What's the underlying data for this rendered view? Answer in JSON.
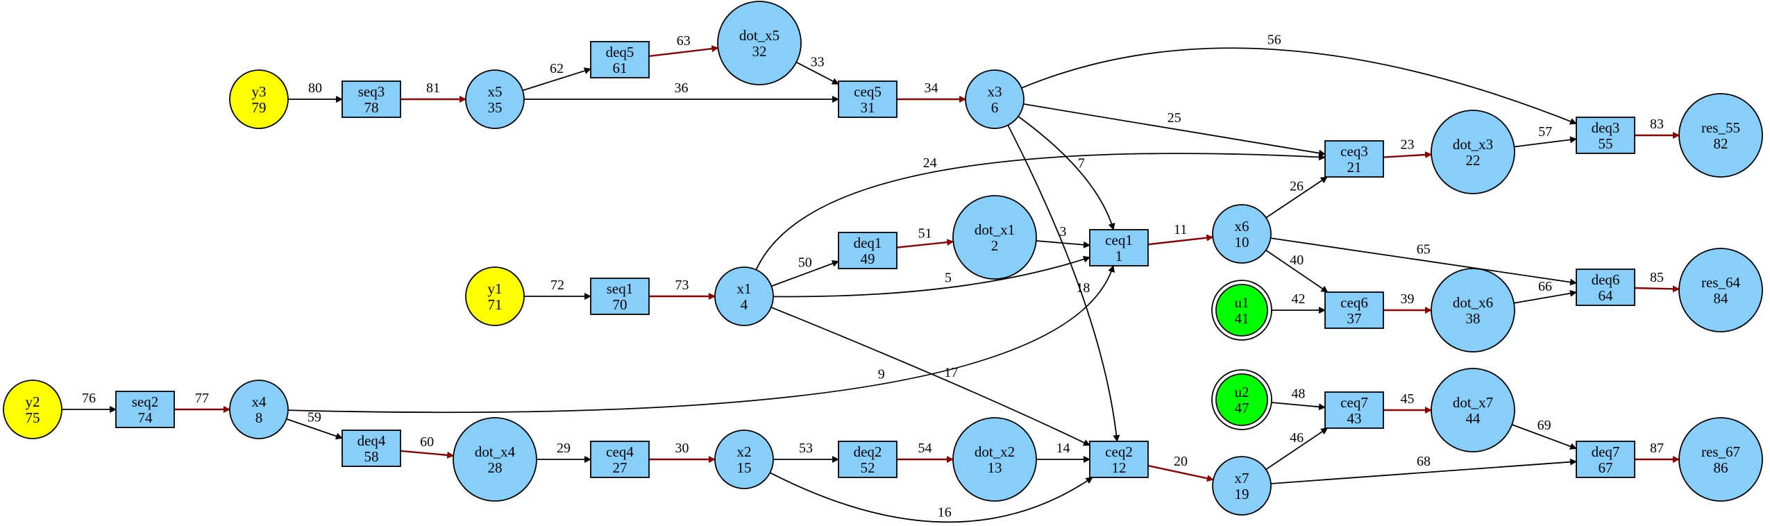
{
  "colors": {
    "node_fill": "#87cefa",
    "input_fill": "#ffff00",
    "control_fill": "#00ff00",
    "stroke": "#000000",
    "edge_default": "#000000",
    "edge_highlight": "#8b0000",
    "background": "#ffffff"
  },
  "nodes": [
    {
      "id": "y3",
      "label": "y3",
      "num": "79",
      "shape": "circle",
      "fill": "input"
    },
    {
      "id": "seq3",
      "label": "seq3",
      "num": "78",
      "shape": "box"
    },
    {
      "id": "x5",
      "label": "x5",
      "num": "35",
      "shape": "circle"
    },
    {
      "id": "deq5",
      "label": "deq5",
      "num": "61",
      "shape": "box"
    },
    {
      "id": "dot_x5",
      "label": "dot_x5",
      "num": "32",
      "shape": "circle"
    },
    {
      "id": "ceq5",
      "label": "ceq5",
      "num": "31",
      "shape": "box"
    },
    {
      "id": "x3",
      "label": "x3",
      "num": "6",
      "shape": "circle"
    },
    {
      "id": "ceq3",
      "label": "ceq3",
      "num": "21",
      "shape": "box"
    },
    {
      "id": "dot_x3",
      "label": "dot_x3",
      "num": "22",
      "shape": "circle"
    },
    {
      "id": "deq3",
      "label": "deq3",
      "num": "55",
      "shape": "box"
    },
    {
      "id": "res_55",
      "label": "res_55",
      "num": "82",
      "shape": "circle"
    },
    {
      "id": "y1",
      "label": "y1",
      "num": "71",
      "shape": "circle",
      "fill": "input"
    },
    {
      "id": "seq1",
      "label": "seq1",
      "num": "70",
      "shape": "box"
    },
    {
      "id": "x1",
      "label": "x1",
      "num": "4",
      "shape": "circle"
    },
    {
      "id": "deq1",
      "label": "deq1",
      "num": "49",
      "shape": "box"
    },
    {
      "id": "dot_x1",
      "label": "dot_x1",
      "num": "2",
      "shape": "circle"
    },
    {
      "id": "ceq1",
      "label": "ceq1",
      "num": "1",
      "shape": "box"
    },
    {
      "id": "x6",
      "label": "x6",
      "num": "10",
      "shape": "circle"
    },
    {
      "id": "deq6",
      "label": "deq6",
      "num": "64",
      "shape": "box"
    },
    {
      "id": "res_64",
      "label": "res_64",
      "num": "84",
      "shape": "circle"
    },
    {
      "id": "u1",
      "label": "u1",
      "num": "41",
      "shape": "doublecircle",
      "fill": "control"
    },
    {
      "id": "ceq6",
      "label": "ceq6",
      "num": "37",
      "shape": "box"
    },
    {
      "id": "dot_x6",
      "label": "dot_x6",
      "num": "38",
      "shape": "circle"
    },
    {
      "id": "y2",
      "label": "y2",
      "num": "75",
      "shape": "circle",
      "fill": "input"
    },
    {
      "id": "seq2",
      "label": "seq2",
      "num": "74",
      "shape": "box"
    },
    {
      "id": "x4",
      "label": "x4",
      "num": "8",
      "shape": "circle"
    },
    {
      "id": "deq4",
      "label": "deq4",
      "num": "58",
      "shape": "box"
    },
    {
      "id": "dot_x4",
      "label": "dot_x4",
      "num": "28",
      "shape": "circle"
    },
    {
      "id": "ceq4",
      "label": "ceq4",
      "num": "27",
      "shape": "box"
    },
    {
      "id": "x2",
      "label": "x2",
      "num": "15",
      "shape": "circle"
    },
    {
      "id": "deq2",
      "label": "deq2",
      "num": "52",
      "shape": "box"
    },
    {
      "id": "dot_x2",
      "label": "dot_x2",
      "num": "13",
      "shape": "circle"
    },
    {
      "id": "ceq2",
      "label": "ceq2",
      "num": "12",
      "shape": "box"
    },
    {
      "id": "x7",
      "label": "x7",
      "num": "19",
      "shape": "circle"
    },
    {
      "id": "u2",
      "label": "u2",
      "num": "47",
      "shape": "doublecircle",
      "fill": "control"
    },
    {
      "id": "ceq7",
      "label": "ceq7",
      "num": "43",
      "shape": "box"
    },
    {
      "id": "dot_x7",
      "label": "dot_x7",
      "num": "44",
      "shape": "circle"
    },
    {
      "id": "deq7",
      "label": "deq7",
      "num": "67",
      "shape": "box"
    },
    {
      "id": "res_67",
      "label": "res_67",
      "num": "86",
      "shape": "circle"
    }
  ],
  "edges": [
    {
      "from": "y3",
      "to": "seq3",
      "label": "80"
    },
    {
      "from": "seq3",
      "to": "x5",
      "label": "81",
      "highlight": true
    },
    {
      "from": "x5",
      "to": "deq5",
      "label": "62"
    },
    {
      "from": "deq5",
      "to": "dot_x5",
      "label": "63",
      "highlight": true
    },
    {
      "from": "dot_x5",
      "to": "ceq5",
      "label": "33"
    },
    {
      "from": "x5",
      "to": "ceq5",
      "label": "36"
    },
    {
      "from": "ceq5",
      "to": "x3",
      "label": "34",
      "highlight": true
    },
    {
      "from": "x3",
      "to": "deq3",
      "label": "56"
    },
    {
      "from": "x3",
      "to": "ceq3",
      "label": "25"
    },
    {
      "from": "x3",
      "to": "ceq1",
      "label": "7"
    },
    {
      "from": "x3",
      "to": "ceq2",
      "label": "18"
    },
    {
      "from": "ceq3",
      "to": "dot_x3",
      "label": "23",
      "highlight": true
    },
    {
      "from": "dot_x3",
      "to": "deq3",
      "label": "57"
    },
    {
      "from": "deq3",
      "to": "res_55",
      "label": "83",
      "highlight": true
    },
    {
      "from": "x1",
      "to": "ceq3",
      "label": "24"
    },
    {
      "from": "y1",
      "to": "seq1",
      "label": "72"
    },
    {
      "from": "seq1",
      "to": "x1",
      "label": "73",
      "highlight": true
    },
    {
      "from": "x1",
      "to": "deq1",
      "label": "50"
    },
    {
      "from": "deq1",
      "to": "dot_x1",
      "label": "51",
      "highlight": true
    },
    {
      "from": "dot_x1",
      "to": "ceq1",
      "label": "3"
    },
    {
      "from": "x1",
      "to": "ceq1",
      "label": "5"
    },
    {
      "from": "x1",
      "to": "ceq2",
      "label": "17"
    },
    {
      "from": "ceq1",
      "to": "x6",
      "label": "11",
      "highlight": true
    },
    {
      "from": "x6",
      "to": "ceq3",
      "label": "26"
    },
    {
      "from": "x6",
      "to": "deq6",
      "label": "65"
    },
    {
      "from": "x6",
      "to": "ceq6",
      "label": "40"
    },
    {
      "from": "u1",
      "to": "ceq6",
      "label": "42"
    },
    {
      "from": "ceq6",
      "to": "dot_x6",
      "label": "39",
      "highlight": true
    },
    {
      "from": "dot_x6",
      "to": "deq6",
      "label": "66"
    },
    {
      "from": "deq6",
      "to": "res_64",
      "label": "85",
      "highlight": true
    },
    {
      "from": "y2",
      "to": "seq2",
      "label": "76"
    },
    {
      "from": "seq2",
      "to": "x4",
      "label": "77",
      "highlight": true
    },
    {
      "from": "x4",
      "to": "ceq1",
      "label": "9"
    },
    {
      "from": "x4",
      "to": "deq4",
      "label": "59"
    },
    {
      "from": "deq4",
      "to": "dot_x4",
      "label": "60",
      "highlight": true
    },
    {
      "from": "dot_x4",
      "to": "ceq4",
      "label": "29"
    },
    {
      "from": "ceq4",
      "to": "x2",
      "label": "30",
      "highlight": true
    },
    {
      "from": "x2",
      "to": "deq2",
      "label": "53"
    },
    {
      "from": "deq2",
      "to": "dot_x2",
      "label": "54",
      "highlight": true
    },
    {
      "from": "dot_x2",
      "to": "ceq2",
      "label": "14"
    },
    {
      "from": "x2",
      "to": "ceq2",
      "label": "16"
    },
    {
      "from": "ceq2",
      "to": "x7",
      "label": "20",
      "highlight": true
    },
    {
      "from": "u2",
      "to": "ceq7",
      "label": "48"
    },
    {
      "from": "x7",
      "to": "ceq7",
      "label": "46"
    },
    {
      "from": "ceq7",
      "to": "dot_x7",
      "label": "45",
      "highlight": true
    },
    {
      "from": "dot_x7",
      "to": "deq7",
      "label": "69"
    },
    {
      "from": "x7",
      "to": "deq7",
      "label": "68"
    },
    {
      "from": "deq7",
      "to": "res_67",
      "label": "87",
      "highlight": true
    }
  ]
}
